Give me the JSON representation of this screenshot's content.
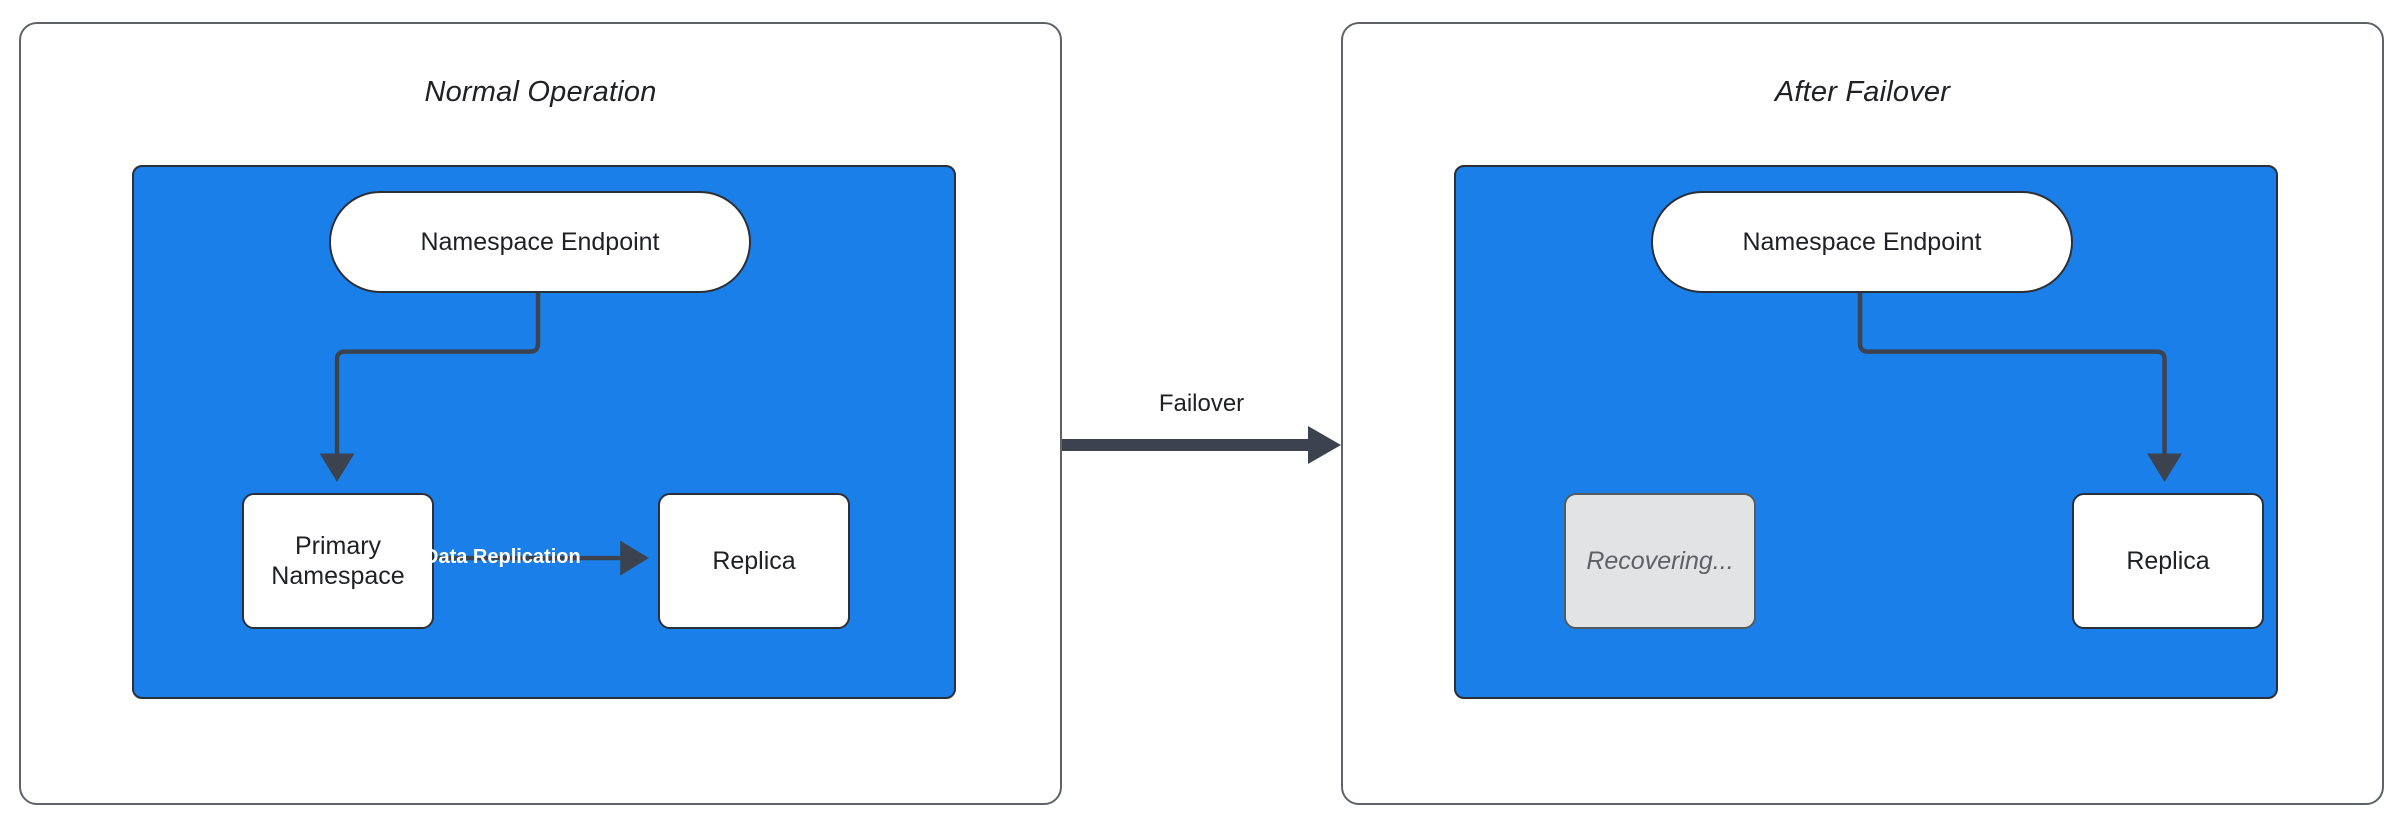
{
  "diagram": {
    "type": "failover-architecture",
    "panels": [
      {
        "id": "normal",
        "title": "Normal Operation",
        "region_color": "#1a7fe8",
        "nodes": [
          {
            "id": "endpoint",
            "label": "Namespace Endpoint",
            "shape": "pill",
            "fill": "#ffffff"
          },
          {
            "id": "primary",
            "label": "Primary Namespace",
            "shape": "rect",
            "fill": "#ffffff"
          },
          {
            "id": "replica",
            "label": "Replica",
            "shape": "rect",
            "fill": "#ffffff"
          }
        ],
        "edges": [
          {
            "from": "endpoint",
            "to": "primary",
            "label": ""
          },
          {
            "from": "primary",
            "to": "replica",
            "label": "Data Replication",
            "label_color": "#ffffff",
            "bold": true
          }
        ]
      },
      {
        "id": "failover",
        "title": "After Failover",
        "region_color": "#1a7fe8",
        "nodes": [
          {
            "id": "endpoint",
            "label": "Namespace Endpoint",
            "shape": "pill",
            "fill": "#ffffff"
          },
          {
            "id": "recovering",
            "label": "Recovering...",
            "shape": "rect",
            "fill": "#e2e3e5",
            "italic": true
          },
          {
            "id": "replica",
            "label": "Replica",
            "shape": "rect",
            "fill": "#ffffff"
          }
        ],
        "edges": [
          {
            "from": "endpoint",
            "to": "replica",
            "label": ""
          }
        ]
      }
    ],
    "transition": {
      "label": "Failover",
      "from_panel": "normal",
      "to_panel": "failover",
      "arrow_color": "#3c434e"
    },
    "colors": {
      "region_blue": "#1a7fe8",
      "node_border": "#2b2f36",
      "panel_border": "#5f6368",
      "text": "#202124",
      "muted_fill": "#e2e3e5",
      "muted_text": "#5d6166",
      "connector": "#3c434e"
    }
  }
}
